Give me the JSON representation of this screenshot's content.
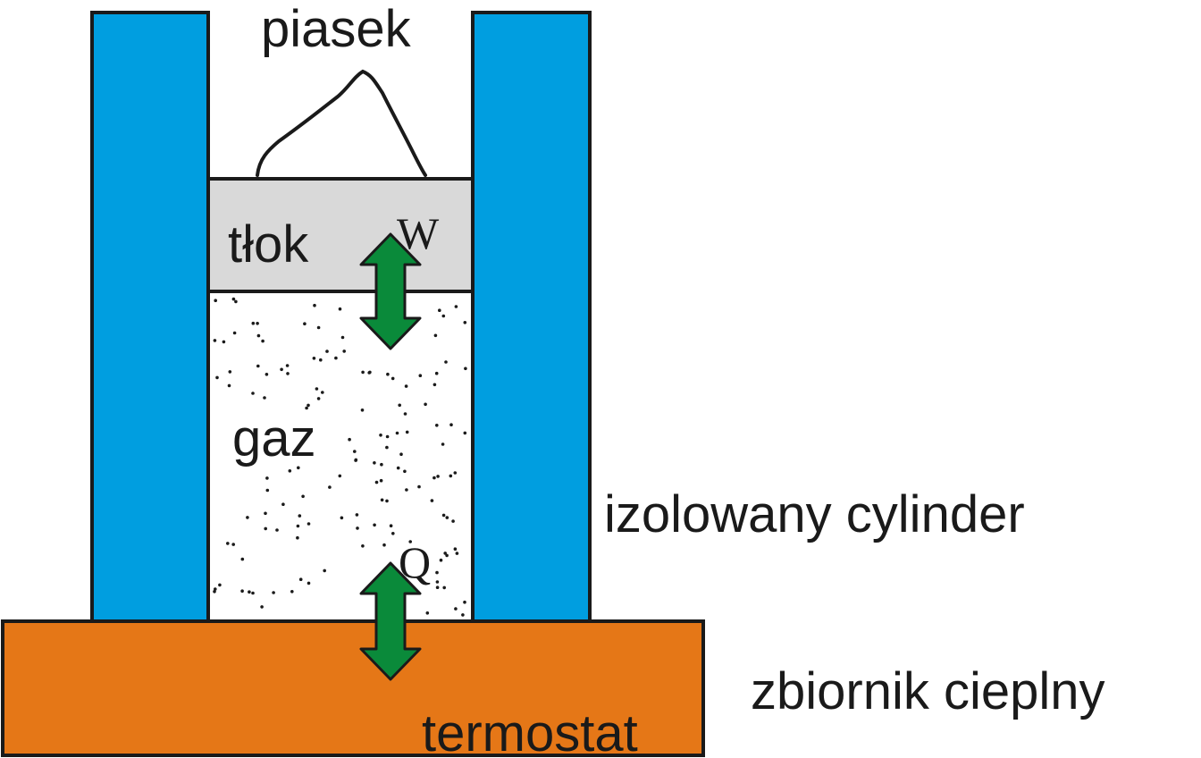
{
  "labels": {
    "sand": "piasek",
    "piston": "tłok",
    "work": "W",
    "gas": "gaz",
    "heat": "Q",
    "cylinder": "izolowany cylinder",
    "reservoir": "zbiornik cieplny",
    "thermostat": "termostat"
  },
  "colors": {
    "wall": "#009ee0",
    "piston": "#d9d9d9",
    "reservoir": "#e57717",
    "arrow": "#0a8a3a",
    "outline": "#1a1a1a",
    "gas_dots": "#1a1a1a"
  },
  "icons": {
    "work_arrow": "double-headed-vertical-arrow",
    "heat_arrow": "double-headed-vertical-arrow"
  }
}
